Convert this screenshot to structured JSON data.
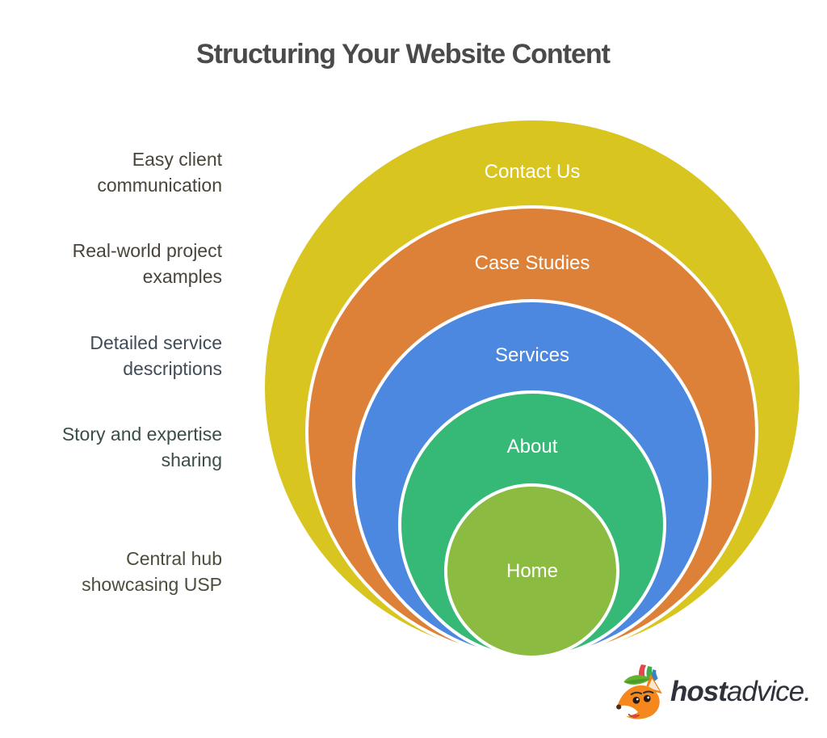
{
  "title": "Structuring Your Website Content",
  "title_color": "#4a4a4a",
  "benefits": [
    {
      "text": "Easy client communication",
      "color": "#4b4539"
    },
    {
      "text": "Real-world project examples",
      "color": "#4a443a"
    },
    {
      "text": "Detailed service descriptions",
      "color": "#414c58"
    },
    {
      "text": "Story and expertise sharing",
      "color": "#3b4e45"
    },
    {
      "text": "Central hub showcasing USP",
      "color": "#4a4e3a"
    }
  ],
  "rings": [
    {
      "label": "Contact Us",
      "color": "#d8c520"
    },
    {
      "label": "Case Studies",
      "color": "#de8138"
    },
    {
      "label": "Services",
      "color": "#4c87e0"
    },
    {
      "label": "About",
      "color": "#36b877"
    },
    {
      "label": "Home",
      "color": "#8bbb40"
    }
  ],
  "ring_label_color": "#ffffff",
  "logo": {
    "bold_text": "host",
    "light_text": "advice.",
    "text_color": "#2e323a",
    "icon": "fox-mascot-icon"
  }
}
